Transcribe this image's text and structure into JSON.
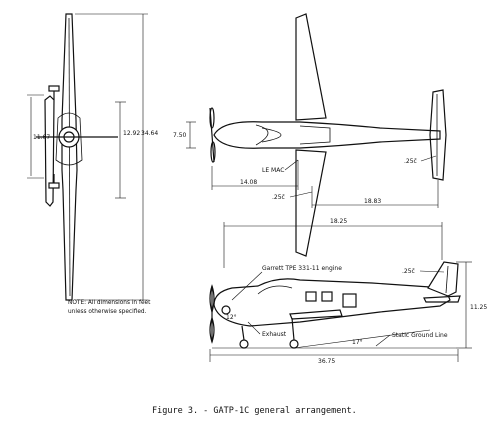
{
  "front_view": {
    "height_dim": "11.67",
    "tail_span_dim": "12.92",
    "wing_span_dim": "34.64"
  },
  "top_view": {
    "width_dim": "7.50",
    "le_mac": "LE MAC",
    "station_1408": "14.08",
    "quarter_chord_wing": ".25c̄",
    "station_1883": "18.83",
    "quarter_chord_tail": ".25c̄"
  },
  "side_view": {
    "station_1825": "18.25",
    "engine_label": "Garrett TPE 331-11 engine",
    "quarter_chord_vtail": ".25c̄",
    "exhaust_label": "Exhaust",
    "ground_label": "Static Ground Line",
    "angle_12": "12°",
    "angle_17": "17°",
    "height_dim": "11.25",
    "length_dim": "36.75"
  },
  "note": {
    "line1": "NOTE:  All dimensions in feet",
    "line2": "unless otherwise specified."
  },
  "caption": "Figure 3. - GATP-1C general arrangement."
}
